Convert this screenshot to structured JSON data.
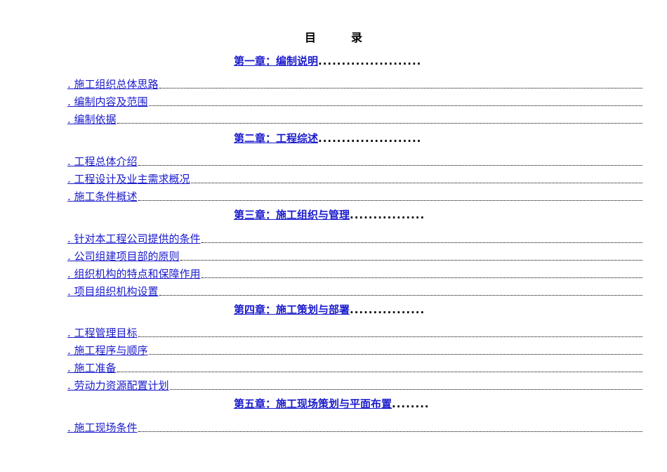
{
  "toc": {
    "title_left": "目",
    "title_right": "录",
    "chapters": [
      {
        "label": "第一章：编制说明",
        "dots": "......................",
        "items": [
          ". 施工组织总体思路",
          ". 编制内容及范围",
          ". 编制依据"
        ]
      },
      {
        "label": "第二章：工程综述",
        "dots": "......................",
        "items": [
          ". 工程总体介绍",
          ". 工程设计及业主需求概况",
          ". 施工条件概述"
        ]
      },
      {
        "label": "第三章：施工组织与管理",
        "dots": "................",
        "items": [
          ". 针对本工程公司提供的条件",
          ". 公司组建项目部的原则",
          ". 组织机构的特点和保障作用",
          ". 项目组织机构设置"
        ]
      },
      {
        "label": "第四章：施工策划与部署",
        "dots": "................",
        "items": [
          ". 工程管理目标",
          ". 施工程序与顺序",
          ". 施工准备",
          ". 劳动力资源配置计划"
        ]
      },
      {
        "label": "第五章：施工现场策划与平面布置",
        "dots": "........",
        "items": [
          ". 施工现场条件"
        ]
      }
    ]
  }
}
